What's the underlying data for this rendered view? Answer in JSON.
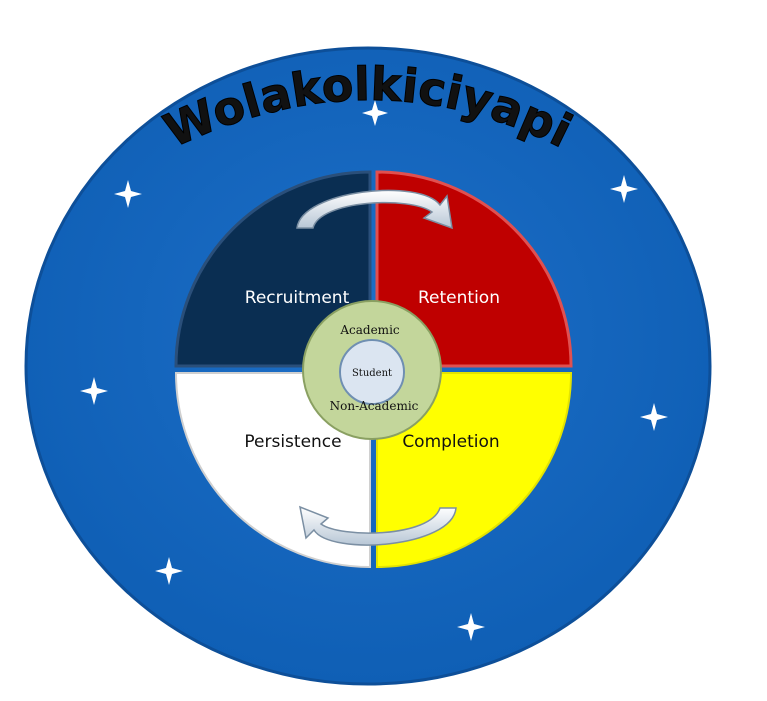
{
  "title": "Wolakolkiciyapi",
  "quadrants": {
    "top_left": {
      "label": "Recruitment",
      "color": "#0a2e52"
    },
    "top_right": {
      "label": "Retention",
      "color": "#bf0000"
    },
    "bottom_left": {
      "label": "Persistence",
      "color": "#ffffff"
    },
    "bottom_right": {
      "label": "Completion",
      "color": "#ffff00"
    }
  },
  "center": {
    "outer_top": "Academic",
    "outer_bottom": "Non-Academic",
    "inner": "Student",
    "ring_color": "#c3d69b",
    "inner_color": "#dbe5f1"
  },
  "background_color": "#1565c0",
  "star_icon": "four-point-star-icon",
  "arrow_icon": "curved-arrow-icon"
}
